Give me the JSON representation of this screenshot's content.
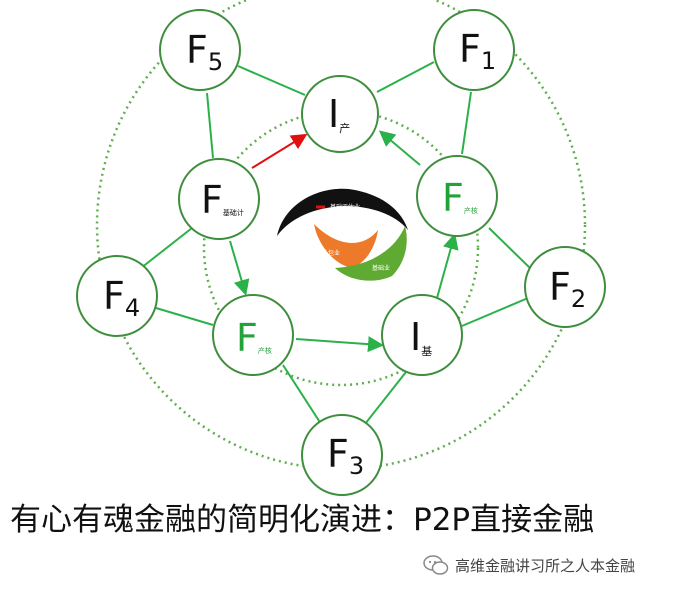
{
  "nodes": {
    "f5": {
      "main": "F",
      "sub": "5"
    },
    "f1": {
      "main": "F",
      "sub": "1"
    },
    "i_chan": {
      "main": "I",
      "sub": "产"
    },
    "f_jichou": {
      "main": "F",
      "sub": "基础计"
    },
    "f_chanhe": {
      "main": "F",
      "sub": "产核"
    },
    "f4": {
      "main": "F",
      "sub": "4"
    },
    "f2": {
      "main": "F",
      "sub": "2"
    },
    "f_chanhe2": {
      "main": "F",
      "sub": "产核"
    },
    "i_ji": {
      "main": "I",
      "sub": "基"
    },
    "f3": {
      "main": "F",
      "sub": "3"
    }
  },
  "center_labels": {
    "black": "基础评估业",
    "orange": "外包业",
    "green": "基础业"
  },
  "colors": {
    "node_stroke": "#3e8e3e",
    "edge": "#2bb14a",
    "arrow_red": "#e01010",
    "green_text": "#23a23a",
    "orange": "#ec7a2a",
    "leaf_green": "#5faa32"
  },
  "caption": "有心有魂金融的简明化演进：P2P直接金融",
  "watermark": "高维金融讲习所之人本金融"
}
